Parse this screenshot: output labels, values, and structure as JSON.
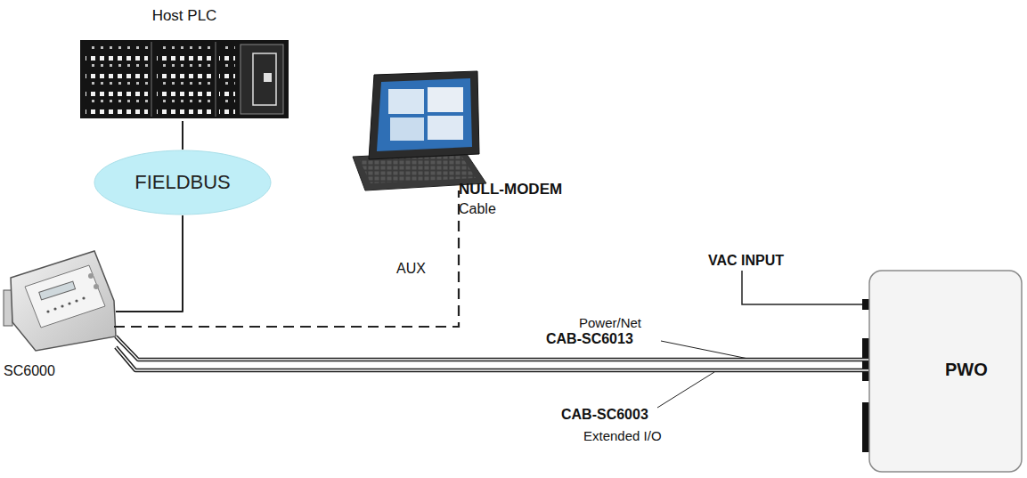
{
  "diagram": {
    "nodes": [
      {
        "text": [
          "Host PLC"
        ]
      },
      {
        "text": [
          "FIELDBUS"
        ]
      },
      {
        "text": [
          "SC6000"
        ]
      },
      {
        "text": [
          "PWO"
        ]
      }
    ],
    "edges": [
      {
        "from": 0,
        "to": 1,
        "arrow": "none"
      },
      {
        "from": 1,
        "to": 2,
        "arrow": "none"
      },
      {
        "from": 2,
        "to": 3,
        "label": "CAB-SC6013",
        "arrow": "none"
      },
      {
        "from": 2,
        "to": 3,
        "label": "CAB-SC6003",
        "arrow": "none"
      }
    ],
    "labels": [
      "NULL-MODEM",
      "Cable",
      "AUX",
      "VAC INPUT",
      "Power/Net",
      "Extended I/O"
    ]
  }
}
